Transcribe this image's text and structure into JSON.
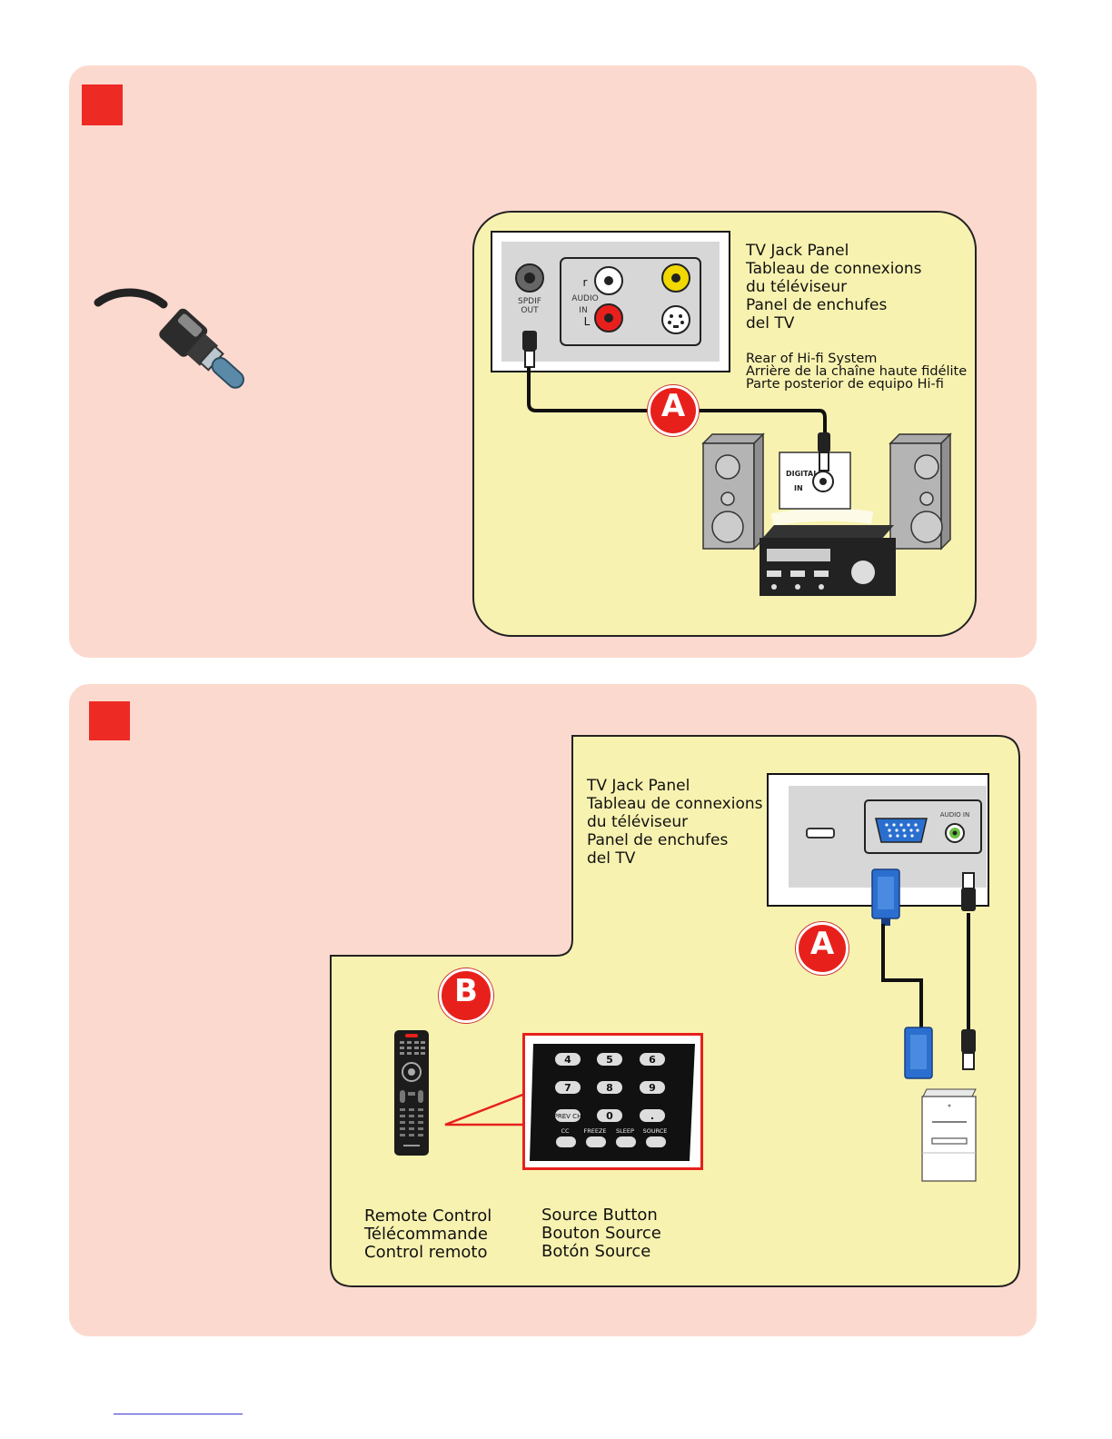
{
  "top": {
    "tv_jack_panel_label": [
      "TV Jack Panel",
      "Tableau de connexions",
      "du téléviseur",
      "Panel de enchufes",
      "del TV"
    ],
    "rear_hifi_label": [
      "Rear of Hi-fi System",
      "Arrière de la chaîne haute fidélite",
      "Parte posterior de equipo Hi-fi"
    ],
    "jack_labels": {
      "spdif": "SPDIF",
      "out": "OUT",
      "audio": "AUDIO",
      "in": "IN",
      "r": "r",
      "l": "L"
    },
    "badge_a": "A",
    "hifi_digital": "DIGITAL",
    "hifi_in": "IN"
  },
  "bottom": {
    "tv_jack_panel_label": [
      "TV Jack Panel",
      "Tableau de connexions",
      "du téléviseur",
      "Panel de enchufes",
      "del TV"
    ],
    "audio_in": "AUDIO IN",
    "badge_a": "A",
    "badge_b": "B",
    "remote_label": [
      "Remote Control",
      "Télécommande",
      "Control remoto"
    ],
    "source_label": [
      "Source Button",
      "Bouton Source",
      "Botón Source"
    ],
    "keypad": {
      "row1": [
        "4",
        "5",
        "6"
      ],
      "row2": [
        "7",
        "8",
        "9"
      ],
      "row3": [
        "PREV CH",
        "0",
        "."
      ],
      "row4_labels": [
        "CC",
        "FREEZE",
        "SLEEP",
        "SOURCE"
      ]
    }
  },
  "colors": {
    "panel_pink": "#fcd9ce",
    "yellow_box": "#f8f2b0",
    "red_square": "#ee2a24",
    "badge_red": "#e8201c",
    "vga_blue": "#2a6fcf"
  }
}
